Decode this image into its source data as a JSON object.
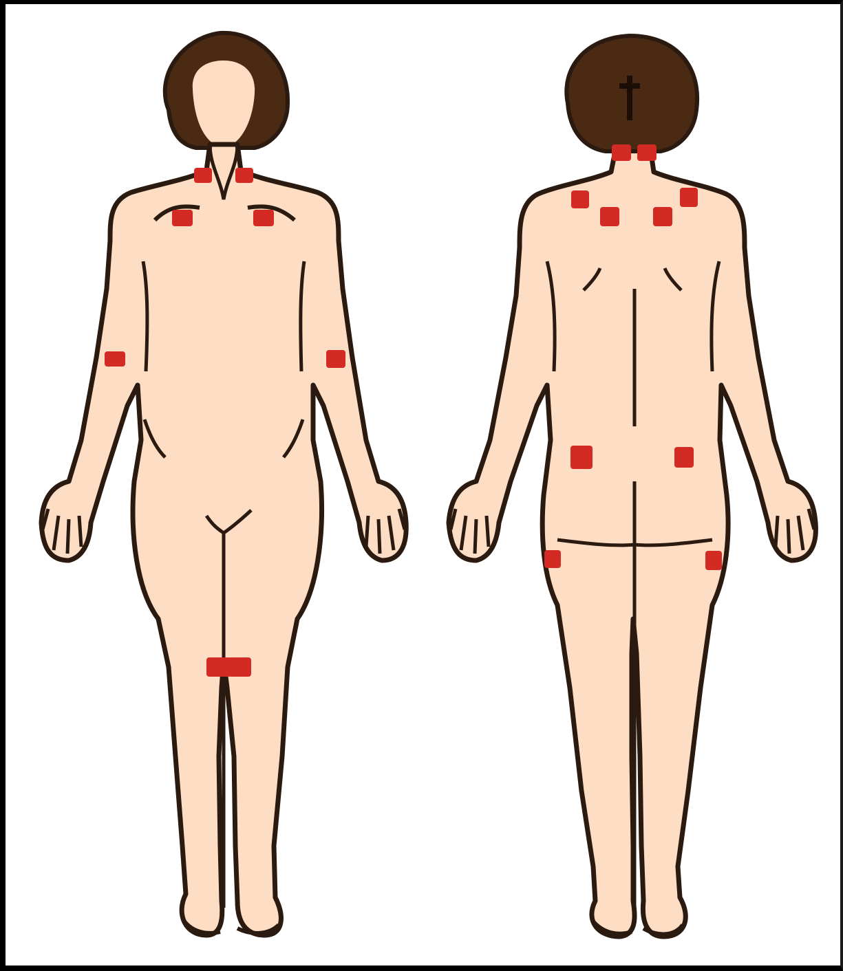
{
  "diagram": {
    "views": [
      "front",
      "back"
    ],
    "colors": {
      "skin": "#FDDDC4",
      "outline": "#2A1A10",
      "hair": "#4A2A12",
      "tender_point": "#D42A24",
      "border": "#000000",
      "background": "#FFFFFF"
    },
    "tender_points": {
      "front": [
        {
          "name": "neck-left"
        },
        {
          "name": "neck-right"
        },
        {
          "name": "chest-left"
        },
        {
          "name": "chest-right"
        },
        {
          "name": "elbow-left"
        },
        {
          "name": "elbow-right"
        },
        {
          "name": "knee-left"
        },
        {
          "name": "knee-right"
        }
      ],
      "back": [
        {
          "name": "occiput-left"
        },
        {
          "name": "occiput-right"
        },
        {
          "name": "trapezius-left"
        },
        {
          "name": "trapezius-right"
        },
        {
          "name": "supraspinatus-left"
        },
        {
          "name": "supraspinatus-right"
        },
        {
          "name": "gluteal-left"
        },
        {
          "name": "gluteal-right"
        },
        {
          "name": "trochanter-left"
        },
        {
          "name": "trochanter-right"
        }
      ]
    }
  }
}
